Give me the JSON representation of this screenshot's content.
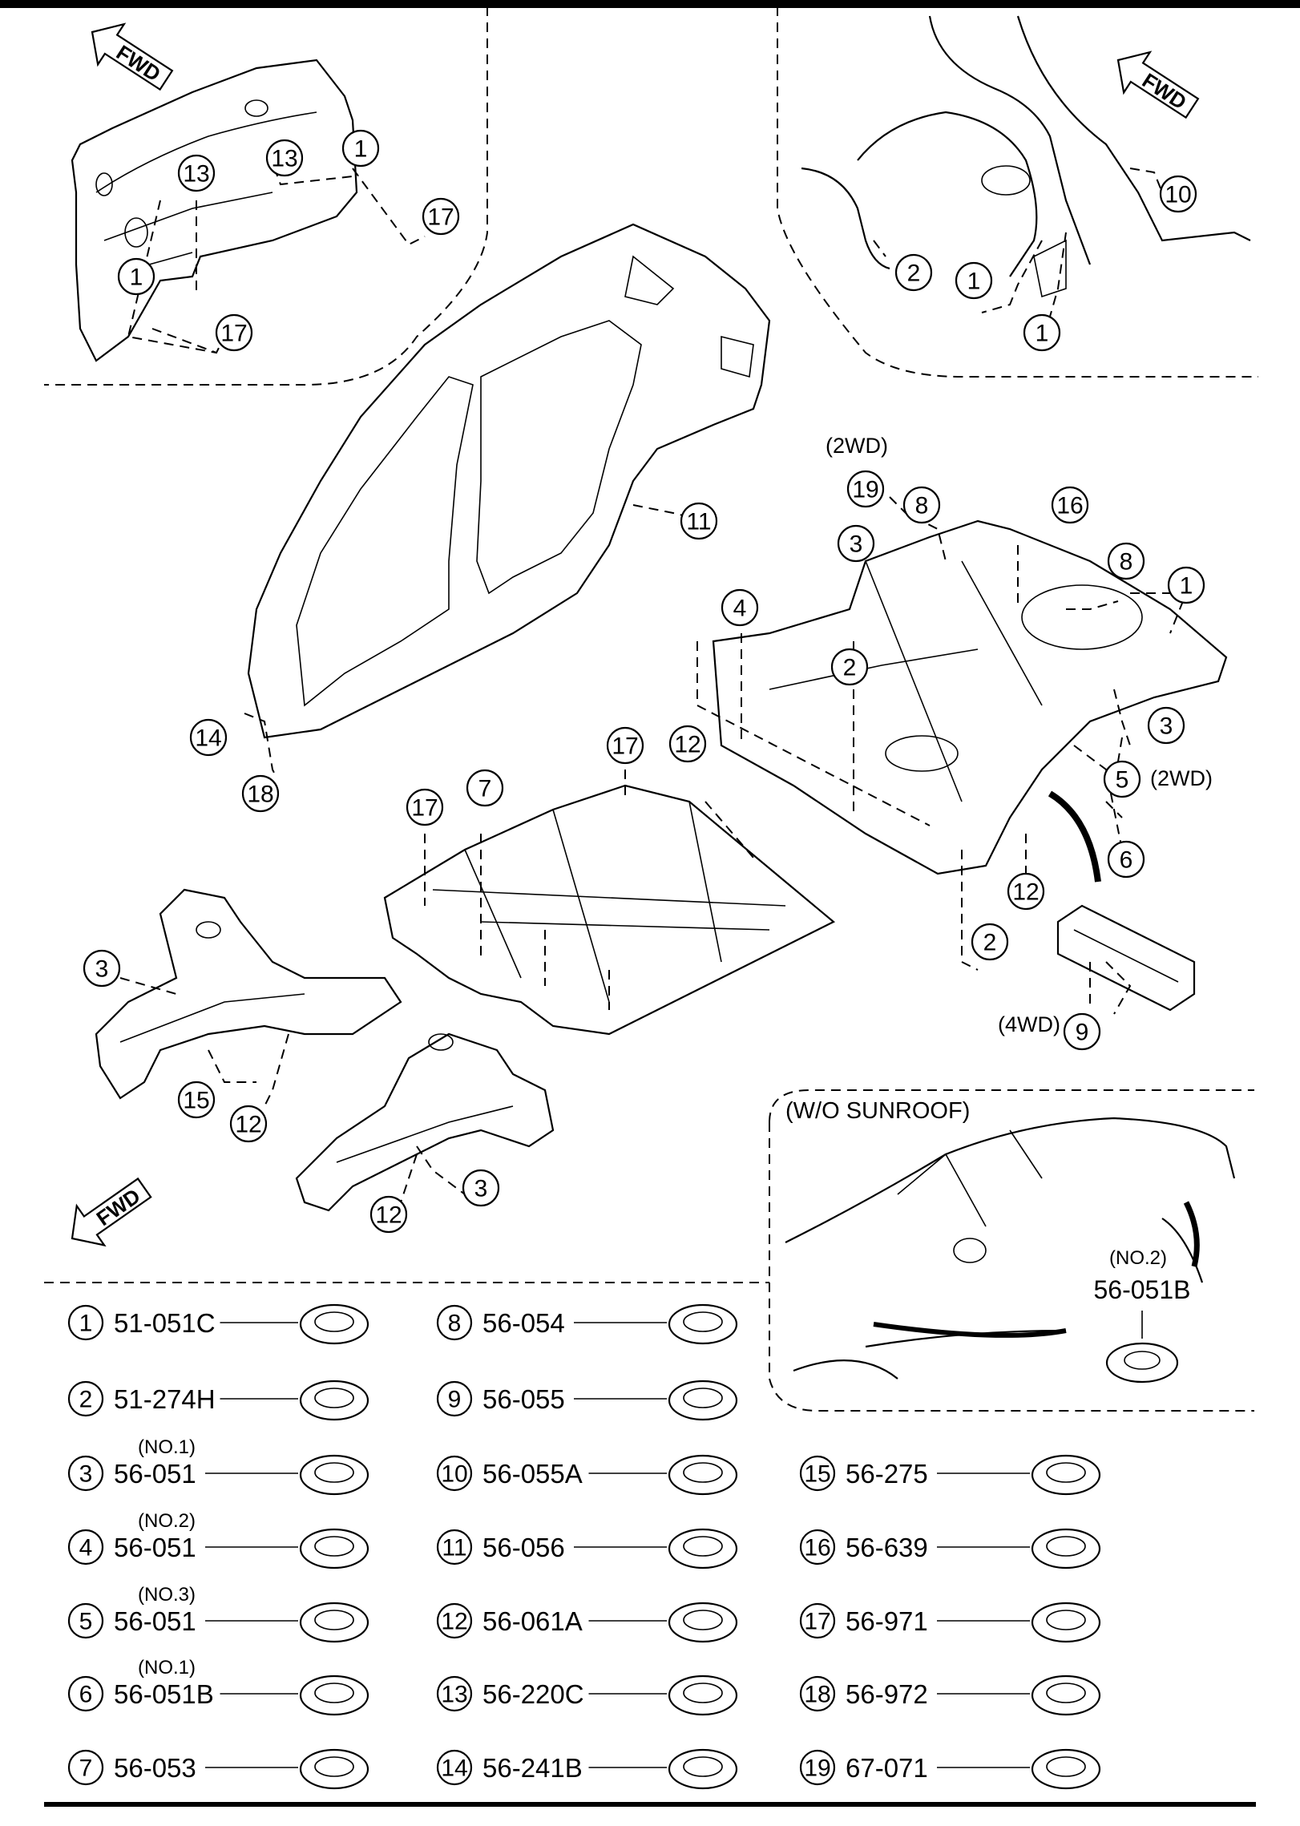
{
  "fwd_label": "FWD",
  "drive_labels": {
    "two_wd": "(2WD)",
    "four_wd": "(4WD)"
  },
  "inset_sunroof": {
    "title": "(W/O SUNROOF)",
    "variant": "(NO.2)",
    "part": "56-051B"
  },
  "callouts": {
    "tl": [
      "13",
      "13",
      "1",
      "17",
      "1",
      "17"
    ],
    "tr": [
      "10",
      "2",
      "1",
      "1"
    ],
    "side": [
      "11",
      "14",
      "18"
    ],
    "rear": [
      "19",
      "8",
      "16",
      "3",
      "8",
      "1",
      "4",
      "2",
      "12",
      "3",
      "5",
      "6",
      "12",
      "2",
      "9"
    ],
    "floor": [
      "17",
      "7",
      "17"
    ],
    "front": [
      "3",
      "15",
      "12",
      "3",
      "12"
    ]
  },
  "legend": [
    {
      "num": "1",
      "variant": "",
      "code": "51-051C"
    },
    {
      "num": "2",
      "variant": "",
      "code": "51-274H"
    },
    {
      "num": "3",
      "variant": "(NO.1)",
      "code": "56-051"
    },
    {
      "num": "4",
      "variant": "(NO.2)",
      "code": "56-051"
    },
    {
      "num": "5",
      "variant": "(NO.3)",
      "code": "56-051"
    },
    {
      "num": "6",
      "variant": "(NO.1)",
      "code": "56-051B"
    },
    {
      "num": "7",
      "variant": "",
      "code": "56-053"
    },
    {
      "num": "8",
      "variant": "",
      "code": "56-054"
    },
    {
      "num": "9",
      "variant": "",
      "code": "56-055"
    },
    {
      "num": "10",
      "variant": "",
      "code": "56-055A"
    },
    {
      "num": "11",
      "variant": "",
      "code": "56-056"
    },
    {
      "num": "12",
      "variant": "",
      "code": "56-061A"
    },
    {
      "num": "13",
      "variant": "",
      "code": "56-220C"
    },
    {
      "num": "14",
      "variant": "",
      "code": "56-241B"
    },
    {
      "num": "15",
      "variant": "",
      "code": "56-275"
    },
    {
      "num": "16",
      "variant": "",
      "code": "56-639"
    },
    {
      "num": "17",
      "variant": "",
      "code": "56-971"
    },
    {
      "num": "18",
      "variant": "",
      "code": "56-972"
    },
    {
      "num": "19",
      "variant": "",
      "code": "67-071"
    }
  ]
}
